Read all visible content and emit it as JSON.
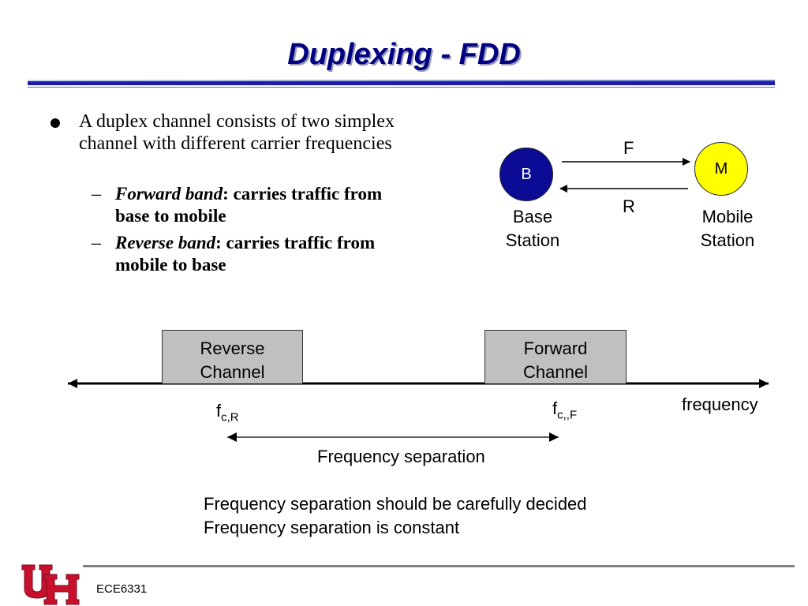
{
  "slide": {
    "title": "Duplexing - FDD",
    "bullet": "A duplex channel consists of two simplex channel with different carrier frequencies",
    "sub_bullets": [
      {
        "term": "Forward band",
        "rest": ": carries traffic from base to mobile"
      },
      {
        "term": "Reverse band",
        "rest": ": carries traffic from mobile to base"
      }
    ],
    "dash": "–"
  },
  "link_diagram": {
    "base": {
      "letter": "B",
      "label_line1": "Base",
      "label_line2": "Station"
    },
    "mobile": {
      "letter": "M",
      "label_line1": "Mobile",
      "label_line2": "Station"
    },
    "forward_label": "F",
    "reverse_label": "R"
  },
  "spectrum": {
    "reverse_channel": {
      "line1": "Reverse",
      "line2": "Channel"
    },
    "forward_channel": {
      "line1": "Forward",
      "line2": "Channel"
    },
    "fc_reverse": {
      "base": "f",
      "subscript": "c,R"
    },
    "fc_forward": {
      "base": "f",
      "subscript": "c,,F"
    },
    "axis_label": "frequency",
    "separation_label": "Frequency separation"
  },
  "notes": [
    "Frequency separation should be carefully decided",
    "Frequency separation is constant"
  ],
  "footer": {
    "course": "ECE6331",
    "logo_icon": "uh-logo-icon"
  },
  "colors": {
    "title": "#000080",
    "base_node": "#0b0b96",
    "mobile_node": "#ffff00",
    "logo": "#c8102e",
    "channel_box": "#c0c0c0"
  }
}
